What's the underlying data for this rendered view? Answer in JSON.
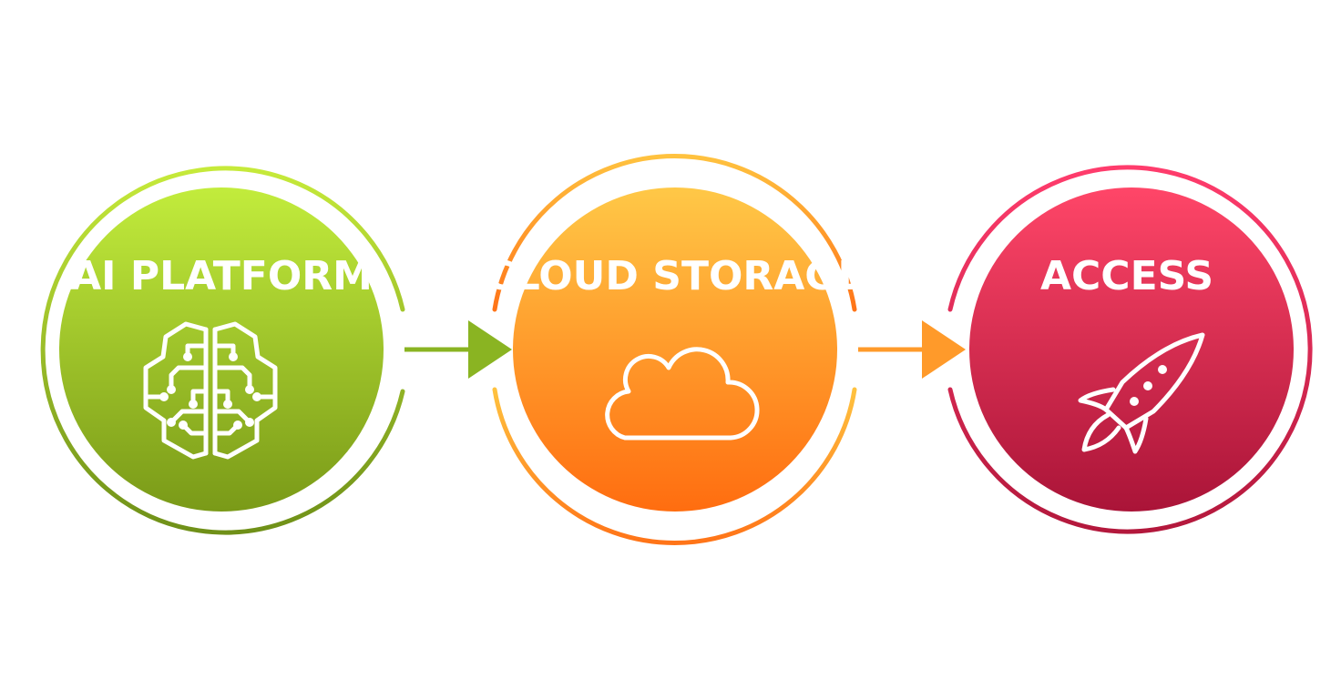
{
  "steps": [
    {
      "title": "AI PLATFORM",
      "icon": "brain-circuit-icon",
      "gradient": [
        "#c2ec3c",
        "#7a9a18"
      ],
      "ring_gradient": [
        "#c6ea3a",
        "#6f9018"
      ]
    },
    {
      "title": "CLOUD STORAGE",
      "icon": "cloud-icon",
      "gradient": [
        "#ffc847",
        "#ff6d10"
      ],
      "ring_gradient": [
        "#ffc23f",
        "#ff7418"
      ]
    },
    {
      "title": "ACCESS",
      "icon": "rocket-icon",
      "gradient": [
        "#ff4668",
        "#aa1438"
      ],
      "ring_gradient": [
        "#ff3c6c",
        "#b3183c"
      ]
    }
  ],
  "connectors": [
    {
      "from": 0,
      "to": 1,
      "color": "#8ab422",
      "icon": "arrow-right-icon"
    },
    {
      "from": 1,
      "to": 2,
      "color": "#ff9a2a",
      "icon": "arrow-right-icon"
    }
  ],
  "colors": {
    "background": "#ffffff",
    "icon_stroke": "#ffffff"
  }
}
